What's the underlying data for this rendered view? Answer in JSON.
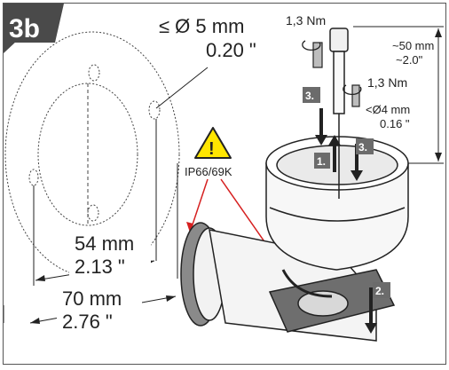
{
  "badge": {
    "label": "3b"
  },
  "hole_spec": {
    "diameter_mm": "≤ Ø 5 mm",
    "diameter_in": "0.20 \""
  },
  "inner_dim": {
    "mm": "54 mm",
    "in": "2.13 \""
  },
  "outer_dim": {
    "mm": "70 mm",
    "in": "2.76 \""
  },
  "warning": {
    "symbol": "!",
    "label": "IP66/69K"
  },
  "torque_top": "1,3 Nm",
  "torque_screw": "1,3 Nm",
  "length_spec": {
    "mm": "~50 mm",
    "in": "~2.0\""
  },
  "screw_dia": {
    "mm": "<Ø4 mm",
    "in": "0.16 \""
  },
  "steps": {
    "s1": "1.",
    "s2": "2.",
    "s3a": "3.",
    "s3b": "3."
  },
  "colors": {
    "badge": "#4a4a4a",
    "arrow_red": "#d62020",
    "warning_yellow": "#ffe600",
    "gasket": "#8a8a8a"
  }
}
